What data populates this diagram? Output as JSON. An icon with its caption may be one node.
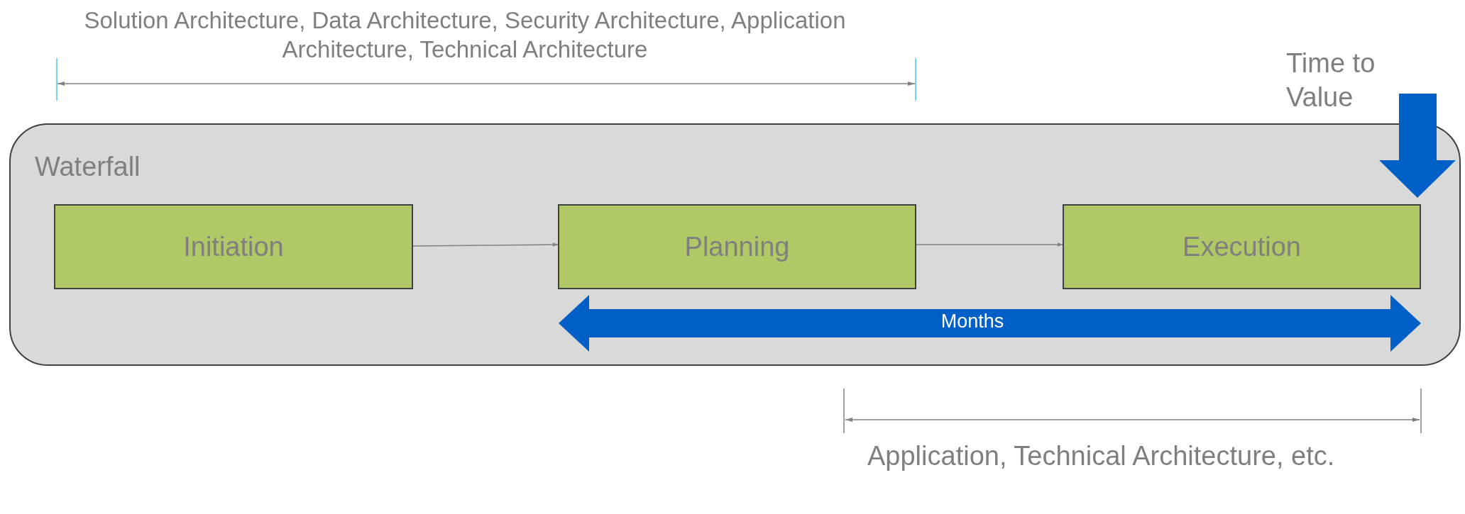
{
  "diagram": {
    "nodes": [
      {
        "text": [
          "Waterfall"
        ]
      },
      {
        "text": [
          "Initiation"
        ],
        "in": 0
      },
      {
        "text": [
          "Planning"
        ],
        "in": 0
      },
      {
        "text": [
          "Execution"
        ],
        "in": 0
      }
    ],
    "edges": [
      {
        "from": 1,
        "to": 2,
        "arrow": "to"
      },
      {
        "from": 2,
        "to": 3,
        "arrow": "to"
      }
    ],
    "labels": [
      "Solution Architecture, Data Architecture, Security Architecture, Application Architecture, Technical Architecture",
      "Time to Value",
      "Months",
      "Application, Technical Architecture, etc."
    ]
  }
}
